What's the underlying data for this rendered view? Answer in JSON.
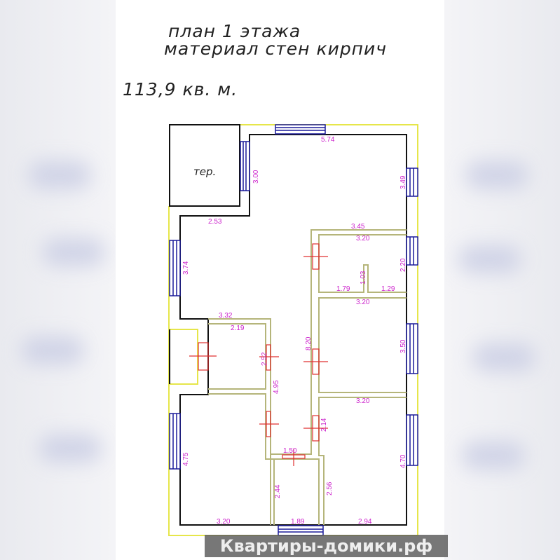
{
  "header": {
    "line1": "план 1 этажа",
    "line2": "материал стен кирпич",
    "area": "113,9 кв. м."
  },
  "plan": {
    "terrace_label": "тер.",
    "dimensions": {
      "top_wall": "5.74",
      "terrace_side": "3.00",
      "right_upper": "3.49",
      "step": "2.53",
      "left_upper": "3.74",
      "room_top": "3.45",
      "bath_width": "3.20",
      "bath_height": "2.20",
      "partition": "1.03",
      "bath_left": "1.79",
      "bath_right": "1.29",
      "bedroom2_width": "3.20",
      "hall_width": "3.32",
      "small_room_width": "2.19",
      "small_room_height": "2.52",
      "corridor_length": "8.20",
      "right_middle": "3.50",
      "corridor_left": "4.95",
      "bedroom3_width": "3.20",
      "door_side": "2.14",
      "wc_width": "1.50",
      "left_lower": "4.75",
      "right_lower": "4.70",
      "wc_left": "2.44",
      "wc_right": "2.56",
      "bottom_left": "3.20",
      "bottom_middle": "1.89",
      "bottom_right": "2.94"
    }
  },
  "watermark": "Квартиры-домики.рф",
  "colors": {
    "wall": "#111111",
    "partition": "#b5b57a",
    "outline": "#e6e64a",
    "window": "#1a1a9a",
    "door": "#e03030",
    "dimension": "#cc22cc"
  }
}
